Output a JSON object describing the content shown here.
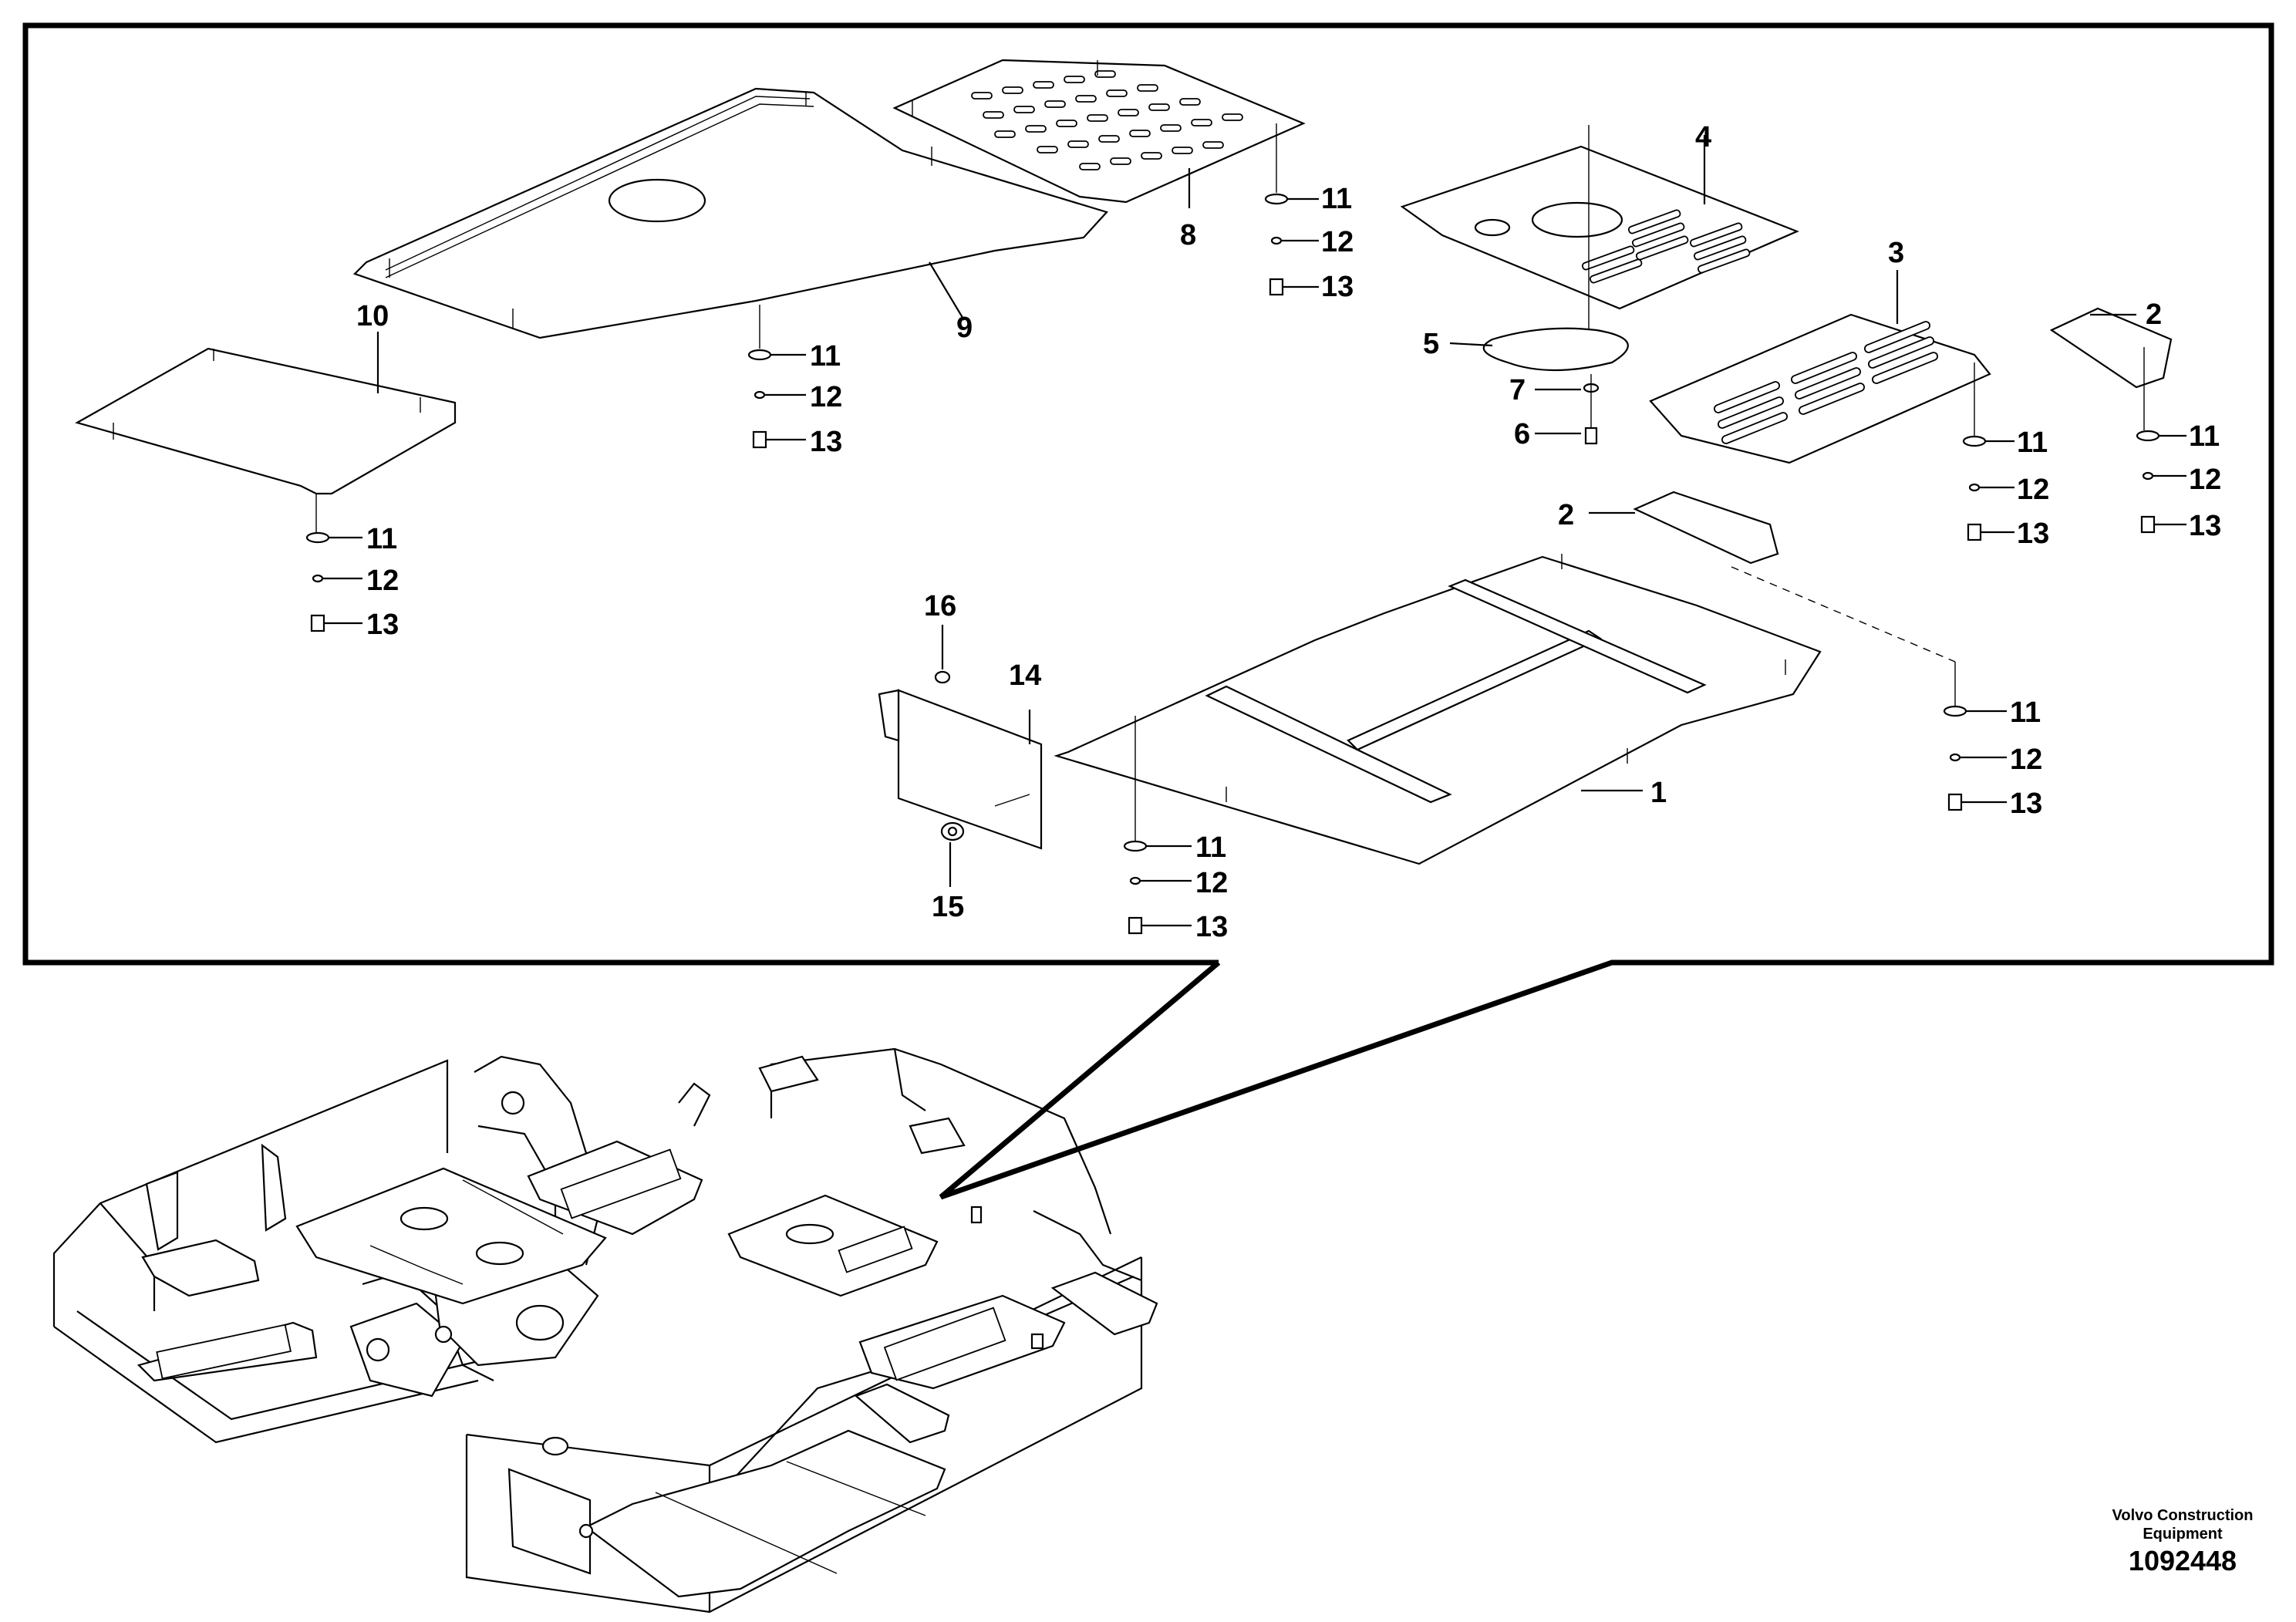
{
  "figure": {
    "image_number": "1092448",
    "company": [
      "Volvo Construction",
      "Equipment"
    ]
  },
  "callouts": {
    "p1": "1",
    "p2": "2",
    "p3": "3",
    "p4": "4",
    "p5": "5",
    "p6": "6",
    "p7": "7",
    "p8": "8",
    "p9": "9",
    "p10": "10",
    "p11": "11",
    "p12": "12",
    "p13": "13",
    "p14": "14",
    "p15": "15",
    "p16": "16"
  }
}
